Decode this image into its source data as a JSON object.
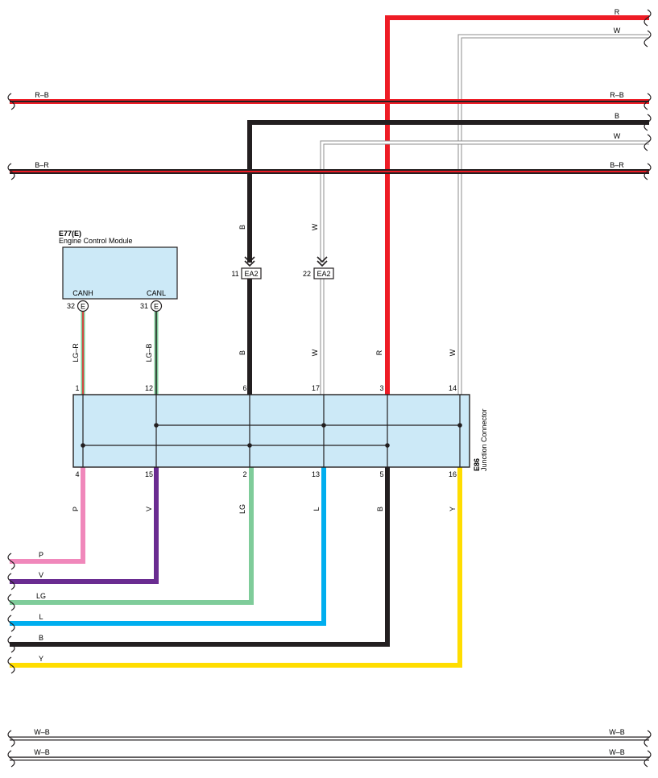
{
  "colors": {
    "red": "#ee1c25",
    "black": "#231f20",
    "white_wire": "#ffffff",
    "wire_outline": "#8c8c8c",
    "pink": "#f088bb",
    "violet": "#6a2c91",
    "light_green": "#7fcc9a",
    "blue": "#00aeef",
    "yellow": "#ffdd00",
    "connector_fill": "#cce9f7",
    "module_fill": "#cce9f7"
  },
  "top_wires": {
    "r": "R",
    "w1": "W",
    "rb_left": "R–B",
    "rb_right": "R–B",
    "b": "B",
    "w2": "W",
    "br_left": "B–R",
    "br_right": "B–R"
  },
  "ecm": {
    "code": "E77(E)",
    "name": "Engine Control Module",
    "canh": "CANH",
    "canl": "CANL",
    "pin_canh": "32",
    "pin_canl": "31",
    "badge": "E"
  },
  "ea2": {
    "label": "EA2",
    "pin_b": "11",
    "pin_w": "22",
    "wire_b": "B",
    "wire_w": "W"
  },
  "junction": {
    "code": "E86",
    "name": "Junction Connector",
    "top_pins": [
      "1",
      "12",
      "6",
      "17",
      "3",
      "14"
    ],
    "top_wire_labels": [
      "LG–R",
      "LG–B",
      "B",
      "W",
      "R",
      "W"
    ],
    "bottom_pins": [
      "4",
      "15",
      "2",
      "13",
      "5",
      "16"
    ],
    "bottom_wire_labels": [
      "P",
      "V",
      "LG",
      "L",
      "B",
      "Y"
    ]
  },
  "bottom_wires": [
    "P",
    "V",
    "LG",
    "L",
    "B",
    "Y"
  ],
  "wb_wires": {
    "left1": "W–B",
    "right1": "W–B",
    "left2": "W–B",
    "right2": "W–B"
  }
}
